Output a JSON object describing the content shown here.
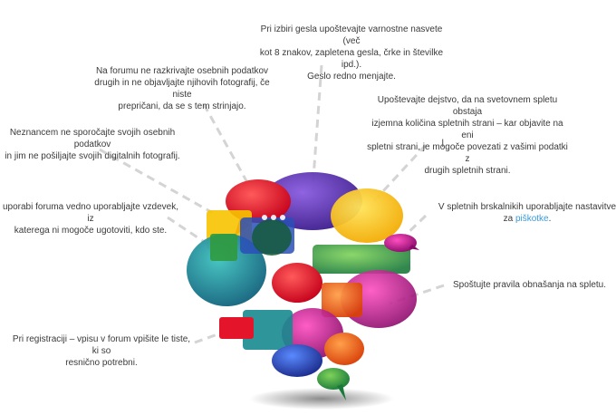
{
  "tips": {
    "password": "Pri izbiri gesla upoštevajte varnostne nasvete (več\nkot 8 znakov, zapletena gesla, črke in številke ipd.).\nGeslo redno menjajte.",
    "forum_data": "Na forumu ne razkrivajte osebnih podatkov\ndrugih in ne objavljajte njihovih fotografij, če niste\nprepričani, da se s tem strinjajo.",
    "world_web": "Upoštevajte dejstvo, da na svetovnem spletu obstaja\nizjemna količina spletnih strani – kar objavite na eni\nspletni strani, je mogoče povezati z vašimi podatki z\ndrugih spletnih strani.",
    "strangers": "Neznancem ne sporočajte svojih osebnih podatkov\nin jim ne pošiljajte svojih digitalnih fotografij.",
    "nickname": "uporabi foruma vedno uporabljajte vzdevek, iz\nkaterega ni mogoče ugotoviti, kdo ste.",
    "cookies_prefix": "V spletnih brskalnikih uporabljajte nastavitve za",
    "cookies_link": "piškotke",
    "cookies_suffix": ".",
    "etiquette": "Spoštujte pravila obnašanja na spletu.",
    "registration": "Pri registraciji – vpisu v forum vpišite le tiste, ki so\nresnično potrebni."
  },
  "colors": {
    "text": "#3a3a3a",
    "link": "#3a9ad9",
    "dash": "#d4d4d4",
    "red": "#e4142a",
    "purple": "#5b2fb0",
    "yellow": "#f7c300",
    "orange": "#f26a12",
    "teal": "#178a8f",
    "green": "#33a34a",
    "lime": "#8cc63f",
    "magenta": "#c0158a",
    "blue": "#2a4fb8"
  }
}
